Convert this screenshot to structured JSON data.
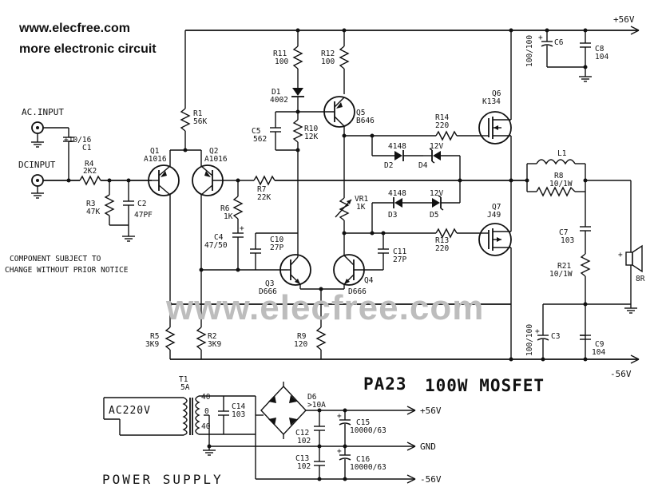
{
  "header": {
    "line1": "www.elecfree.com",
    "line2": "more electronic circuit"
  },
  "watermark": "www.elecfree.com",
  "title": {
    "code": "PA23",
    "name": "100W MOSFET"
  },
  "note": [
    "COMPONENT SUBJECT TO",
    "CHANGE WITHOUT PRIOR NOTICE"
  ],
  "inputs": {
    "ac": "AC.INPUT",
    "dc": "DCINPUT",
    "mains": "AC220V"
  },
  "rails": {
    "pos": "+56V",
    "neg": "-56V",
    "ps_pos": "+56V",
    "ps_gnd": "GND",
    "ps_neg": "-56V"
  },
  "power_supply_label": "POWER SUPPLY",
  "components": {
    "c1": [
      "+10/16",
      "C1"
    ],
    "r4": [
      "R4",
      "2K2"
    ],
    "r3": [
      "R3",
      "47K"
    ],
    "c2": [
      "C2",
      "47PF"
    ],
    "q1": [
      "Q1",
      "A1016"
    ],
    "q2": [
      "Q2",
      "A1016"
    ],
    "r1": [
      "R1",
      "56K"
    ],
    "r11": [
      "R11",
      "100"
    ],
    "r12": [
      "R12",
      "100"
    ],
    "d1": [
      "D1",
      "4002"
    ],
    "q5": [
      "Q5",
      "B646"
    ],
    "c5": [
      "C5",
      "562"
    ],
    "r10": [
      "R10",
      "12K"
    ],
    "r7": [
      "R7",
      "22K"
    ],
    "r6": [
      "R6",
      "1K"
    ],
    "c4": [
      "C4",
      "47/50"
    ],
    "c10": [
      "C10",
      "27P"
    ],
    "q3": [
      "Q3",
      "D666"
    ],
    "q4": [
      "Q4",
      "D666"
    ],
    "vr1": [
      "VR1",
      "1K"
    ],
    "c11": [
      "C11",
      "27P"
    ],
    "r14": [
      "R14",
      "220"
    ],
    "r13": [
      "R13",
      "220"
    ],
    "d2": [
      "4148",
      "D2"
    ],
    "d4": [
      "12V",
      "D4"
    ],
    "d3": [
      "4148",
      "D3"
    ],
    "d5": [
      "12V",
      "D5"
    ],
    "q6": [
      "Q6",
      "K134"
    ],
    "q7": [
      "Q7",
      "J49"
    ],
    "c6": [
      "C6"
    ],
    "c6v": "100/100",
    "c8": [
      "C8",
      "104"
    ],
    "l1": [
      "L1"
    ],
    "r8": [
      "R8",
      "10/1W"
    ],
    "c7": [
      "C7",
      "103"
    ],
    "r21": [
      "R21",
      "10/1W"
    ],
    "sp": [
      "8R"
    ],
    "c3": [
      "C3"
    ],
    "c3v": "100/100",
    "c9": [
      "C9",
      "104"
    ],
    "r5": [
      "R5",
      "3K9"
    ],
    "r2": [
      "R2",
      "3K9"
    ],
    "r9": [
      "R9",
      "120"
    ],
    "t1": [
      "T1",
      "5A"
    ],
    "t1taps": [
      "40",
      "0",
      "40"
    ],
    "c14": [
      "C14",
      "103"
    ],
    "d6": [
      "D6",
      ">10A"
    ],
    "c15": [
      "C15",
      "10000/63"
    ],
    "c12": [
      "C12",
      "102"
    ],
    "c13": [
      "C13",
      "102"
    ],
    "c16": [
      "C16",
      "10000/63"
    ]
  }
}
